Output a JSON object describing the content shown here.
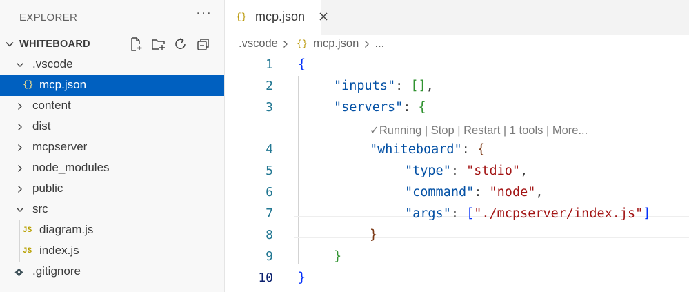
{
  "explorer": {
    "title": "EXPLORER",
    "more_label": "···",
    "section_title": "WHITEBOARD",
    "actions": [
      "new-file-icon",
      "new-folder-icon",
      "refresh-icon",
      "collapse-all-icon"
    ],
    "items": [
      {
        "label": ".vscode",
        "type": "folder-open",
        "icon": "chevron-down-icon"
      },
      {
        "label": "mcp.json",
        "type": "json-file",
        "icon_text": "{}"
      },
      {
        "label": "content",
        "type": "folder",
        "icon": "chevron-right-icon"
      },
      {
        "label": "dist",
        "type": "folder",
        "icon": "chevron-right-icon"
      },
      {
        "label": "mcpserver",
        "type": "folder",
        "icon": "chevron-right-icon"
      },
      {
        "label": "node_modules",
        "type": "folder",
        "icon": "chevron-right-icon"
      },
      {
        "label": "public",
        "type": "folder",
        "icon": "chevron-right-icon"
      },
      {
        "label": "src",
        "type": "folder-open",
        "icon": "chevron-down-icon"
      },
      {
        "label": "diagram.js",
        "type": "js-file",
        "icon_text": "JS"
      },
      {
        "label": "index.js",
        "type": "js-file",
        "icon_text": "JS"
      },
      {
        "label": ".gitignore",
        "type": "gitignore-file",
        "icon": "git-diamond-icon"
      }
    ]
  },
  "tab": {
    "icon_text": "{}",
    "label": "mcp.json",
    "close_icon": "close-icon"
  },
  "breadcrumb": {
    "parts": [
      ".vscode",
      "mcp.json",
      "..."
    ],
    "icon_text": "{}"
  },
  "codelens": "✓Running | Stop | Restart | 1 tools | More...",
  "code": {
    "line_numbers": [
      "1",
      "2",
      "3",
      "4",
      "5",
      "6",
      "7",
      "8",
      "9",
      "10"
    ],
    "active_line": "10",
    "l1_open": "{",
    "l2_key": "\"inputs\"",
    "l2_colon": ": ",
    "l2_val": "[]",
    "l2_comma": ",",
    "l3_key": "\"servers\"",
    "l3_colon": ": ",
    "l3_open": "{",
    "l4_key": "\"whiteboard\"",
    "l4_colon": ": ",
    "l4_open": "{",
    "l5_key": "\"type\"",
    "l5_colon": ": ",
    "l5_val": "\"stdio\"",
    "l5_comma": ",",
    "l6_key": "\"command\"",
    "l6_colon": ": ",
    "l6_val": "\"node\"",
    "l6_comma": ",",
    "l7_key": "\"args\"",
    "l7_colon": ": ",
    "l7_open": "[",
    "l7_val": "\"./mcpserver/index.js\"",
    "l7_close": "]",
    "l8_close": "}",
    "l9_close": "}",
    "l10_close": "}"
  },
  "colors": {
    "selection": "#0060c0",
    "line_number": "#237893",
    "json_key": "#0451a5",
    "json_string": "#a31515",
    "bracket_level1": "#0431fa",
    "bracket_level2": "#319331",
    "bracket_level3": "#7b3814"
  }
}
